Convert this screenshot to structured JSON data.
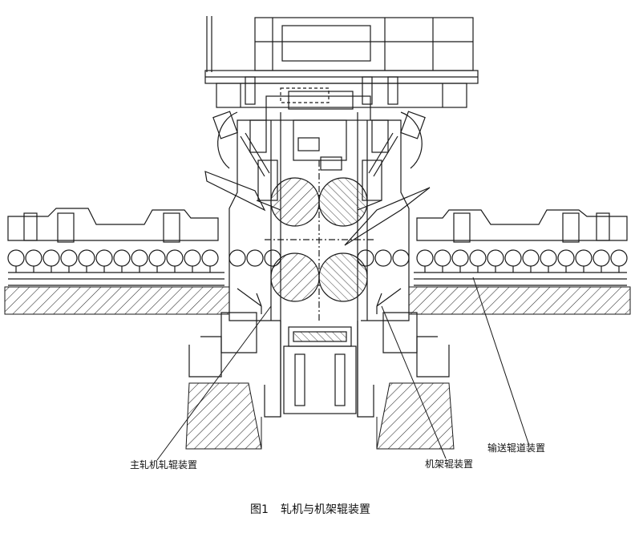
{
  "labels": {
    "main_roll": "主轧机轧辊装置",
    "stand_roll": "机架辊装置",
    "conveyor": "输送辊道装置"
  },
  "caption": {
    "number": "图1",
    "title": "轧机与机架辊装置"
  },
  "colors": {
    "ink": "#1a1a1a",
    "hatch": "#2a2a2a",
    "background": "#ffffff"
  }
}
